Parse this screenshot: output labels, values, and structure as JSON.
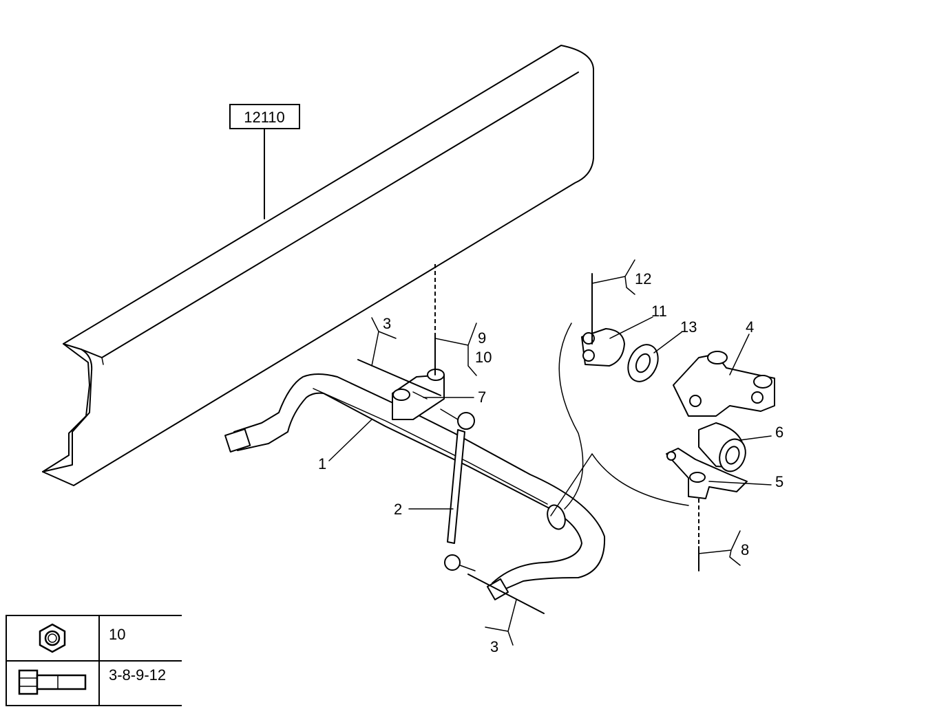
{
  "reference_box": {
    "label": "12110"
  },
  "callouts": [
    {
      "id": "1",
      "label": "1"
    },
    {
      "id": "2",
      "label": "2"
    },
    {
      "id": "3a",
      "label": "3"
    },
    {
      "id": "3b",
      "label": "3"
    },
    {
      "id": "4",
      "label": "4"
    },
    {
      "id": "5",
      "label": "5"
    },
    {
      "id": "6",
      "label": "6"
    },
    {
      "id": "7",
      "label": "7"
    },
    {
      "id": "8",
      "label": "8"
    },
    {
      "id": "9",
      "label": "9"
    },
    {
      "id": "10",
      "label": "10"
    },
    {
      "id": "11",
      "label": "11"
    },
    {
      "id": "12",
      "label": "12"
    },
    {
      "id": "13",
      "label": "13"
    }
  ],
  "legend": {
    "rows": [
      {
        "icon": "hex-nut-icon",
        "text": "10"
      },
      {
        "icon": "hex-bolt-icon",
        "text": "3-8-9-12"
      }
    ]
  }
}
